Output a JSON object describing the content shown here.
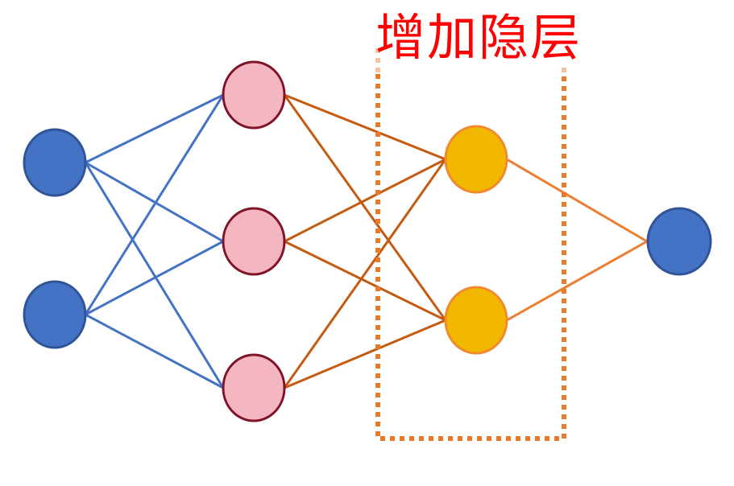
{
  "title": {
    "text": "增加隐层",
    "color": "#ff0000"
  },
  "colors": {
    "background": "#ffffff",
    "input_node_fill": "#4472c4",
    "input_node_stroke": "#2f5597",
    "hidden1_node_fill": "#f4b6c0",
    "hidden1_node_stroke": "#7f1428",
    "hidden2_node_fill": "#f2b800",
    "hidden2_node_stroke": "#f08a2c",
    "output_node_fill": "#4472c4",
    "output_node_stroke": "#2f5597",
    "edge_input_to_hidden1": "#4472c4",
    "edge_hidden1_to_hidden2": "#c55a11",
    "edge_hidden2_to_output": "#ed7d31",
    "highlight_box": "#e97a2c"
  },
  "layers": [
    {
      "name": "input",
      "count": 2
    },
    {
      "name": "hidden1",
      "count": 3
    },
    {
      "name": "hidden2",
      "count": 2
    },
    {
      "name": "output",
      "count": 1
    }
  ]
}
